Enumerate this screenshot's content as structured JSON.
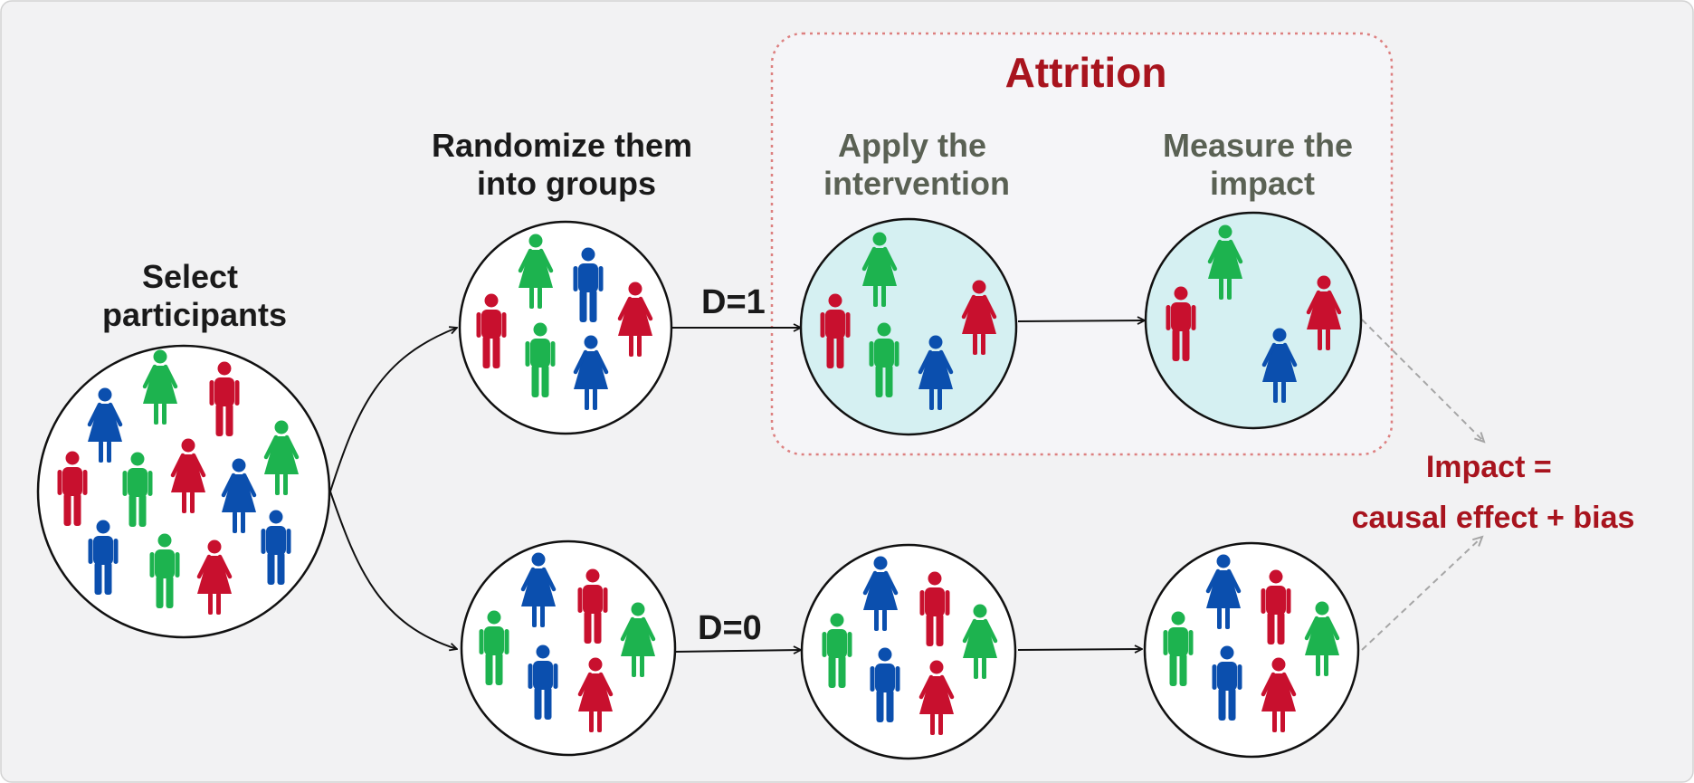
{
  "labels": {
    "select": [
      "Select",
      "participants"
    ],
    "randomize": [
      "Randomize them",
      "into groups"
    ],
    "apply": [
      "Apply the",
      "intervention"
    ],
    "measure": [
      "Measure the",
      "impact"
    ],
    "attrition": "Attrition",
    "d1": "D=1",
    "d0": "D=0",
    "impact": [
      "Impact =",
      "causal effect + bias"
    ]
  },
  "colors": {
    "red": "#c8102e",
    "green": "#1db34f",
    "blue": "#0b4fae",
    "label_dark": "#1a1a1a",
    "label_grey": "#5a6154",
    "accent_red": "#a8141e",
    "circle_fill_treated": "#d5f0f2",
    "attrition_border": "#dd8080"
  },
  "groups": [
    {
      "id": "population",
      "stage": "select-participants",
      "people": [
        {
          "color": "green",
          "shape": "female"
        },
        {
          "color": "red",
          "shape": "male"
        },
        {
          "color": "blue",
          "shape": "female"
        },
        {
          "color": "green",
          "shape": "female"
        },
        {
          "color": "red",
          "shape": "male"
        },
        {
          "color": "green",
          "shape": "male"
        },
        {
          "color": "red",
          "shape": "female"
        },
        {
          "color": "blue",
          "shape": "female"
        },
        {
          "color": "blue",
          "shape": "male"
        },
        {
          "color": "blue",
          "shape": "male"
        },
        {
          "color": "green",
          "shape": "male"
        },
        {
          "color": "red",
          "shape": "female"
        }
      ]
    },
    {
      "id": "treatment-randomized",
      "stage": "randomize",
      "people": [
        {
          "color": "green",
          "shape": "female"
        },
        {
          "color": "blue",
          "shape": "male"
        },
        {
          "color": "red",
          "shape": "male"
        },
        {
          "color": "red",
          "shape": "female"
        },
        {
          "color": "green",
          "shape": "male"
        },
        {
          "color": "blue",
          "shape": "female"
        }
      ]
    },
    {
      "id": "treatment-intervention",
      "stage": "apply-intervention",
      "people": [
        {
          "color": "green",
          "shape": "female"
        },
        {
          "color": "red",
          "shape": "male"
        },
        {
          "color": "red",
          "shape": "female"
        },
        {
          "color": "green",
          "shape": "male"
        },
        {
          "color": "blue",
          "shape": "female"
        }
      ]
    },
    {
      "id": "treatment-measure",
      "stage": "measure-impact",
      "people": [
        {
          "color": "green",
          "shape": "female"
        },
        {
          "color": "red",
          "shape": "male"
        },
        {
          "color": "red",
          "shape": "female"
        },
        {
          "color": "blue",
          "shape": "female"
        }
      ]
    },
    {
      "id": "control-randomized",
      "stage": "randomize",
      "people": [
        {
          "color": "blue",
          "shape": "female"
        },
        {
          "color": "red",
          "shape": "male"
        },
        {
          "color": "green",
          "shape": "male"
        },
        {
          "color": "green",
          "shape": "female"
        },
        {
          "color": "blue",
          "shape": "male"
        },
        {
          "color": "red",
          "shape": "female"
        }
      ]
    },
    {
      "id": "control-intervention",
      "stage": "apply-intervention",
      "people": [
        {
          "color": "blue",
          "shape": "female"
        },
        {
          "color": "red",
          "shape": "male"
        },
        {
          "color": "green",
          "shape": "male"
        },
        {
          "color": "green",
          "shape": "female"
        },
        {
          "color": "blue",
          "shape": "male"
        },
        {
          "color": "red",
          "shape": "female"
        }
      ]
    },
    {
      "id": "control-measure",
      "stage": "measure-impact",
      "people": [
        {
          "color": "blue",
          "shape": "female"
        },
        {
          "color": "red",
          "shape": "male"
        },
        {
          "color": "green",
          "shape": "male"
        },
        {
          "color": "green",
          "shape": "female"
        },
        {
          "color": "blue",
          "shape": "male"
        },
        {
          "color": "red",
          "shape": "female"
        }
      ]
    }
  ]
}
